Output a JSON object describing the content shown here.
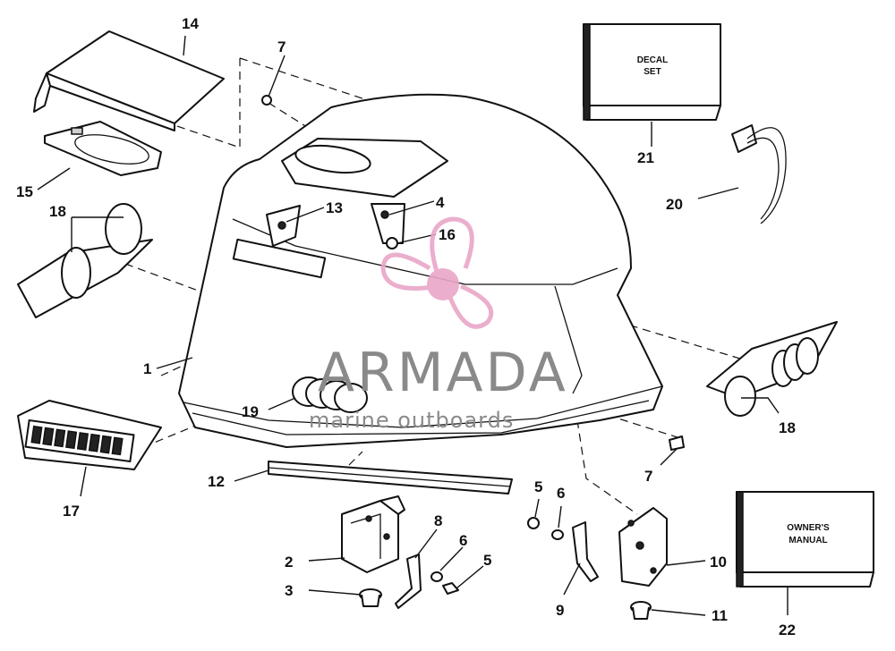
{
  "watermark": {
    "brand": "ARMADA",
    "tagline": "marine outboards",
    "logo_icon": "propeller-icon",
    "logo_color": "#e9a6c8"
  },
  "callouts": {
    "c1": "1",
    "c2": "2",
    "c3": "3",
    "c4": "4",
    "c5a": "5",
    "c5b": "5",
    "c6a": "6",
    "c6b": "6",
    "c7a": "7",
    "c7b": "7",
    "c8": "8",
    "c9": "9",
    "c10": "10",
    "c11": "11",
    "c12": "12",
    "c13": "13",
    "c14": "14",
    "c15": "15",
    "c16": "16",
    "c17": "17",
    "c18a": "18",
    "c18b": "18",
    "c19": "19",
    "c20": "20",
    "c21": "21",
    "c22": "22"
  },
  "boxes": {
    "decal_line1": "DECAL",
    "decal_line2": "SET",
    "manual_line1": "OWNER'S",
    "manual_line2": "MANUAL"
  }
}
